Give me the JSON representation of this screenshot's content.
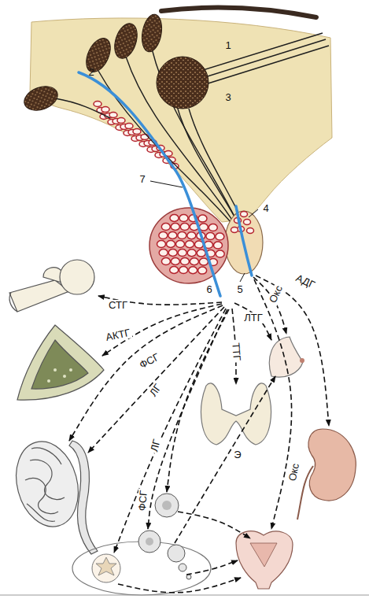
{
  "diagram": {
    "labels": [
      "1",
      "2",
      "3",
      "4",
      "5",
      "6",
      "7",
      "СТГ",
      "АКТГ",
      "ФСГ",
      "ЛГ",
      "ЛГ",
      "ФСГ",
      "ТТГ",
      "ЛТГ",
      "Окс",
      "АДГ",
      "Э",
      "Окс"
    ]
  }
}
